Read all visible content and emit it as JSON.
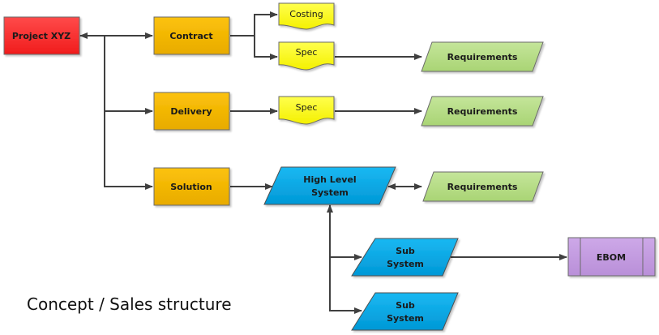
{
  "diagram": {
    "caption": "Concept / Sales structure",
    "colors": {
      "project": "#ff3333",
      "stage": "#f5b800",
      "document": "#ffff33",
      "requirements": "#b6dd84",
      "system": "#0eaee8",
      "ebom": "#c39ce0",
      "connector": "#404040"
    },
    "nodes": {
      "project": {
        "label": "Project XYZ"
      },
      "contract": {
        "label": "Contract"
      },
      "delivery": {
        "label": "Delivery"
      },
      "solution": {
        "label": "Solution"
      },
      "costing": {
        "label": "Costing"
      },
      "spec1": {
        "label": "Spec"
      },
      "spec2": {
        "label": "Spec"
      },
      "req1": {
        "label": "Requirements"
      },
      "req2": {
        "label": "Requirements"
      },
      "req3": {
        "label": "Requirements"
      },
      "hls": {
        "line1": "High Level",
        "line2": "System"
      },
      "sub1": {
        "line1": "Sub",
        "line2": "System"
      },
      "sub2": {
        "line1": "Sub",
        "line2": "System"
      },
      "ebom": {
        "label": "EBOM"
      }
    }
  }
}
